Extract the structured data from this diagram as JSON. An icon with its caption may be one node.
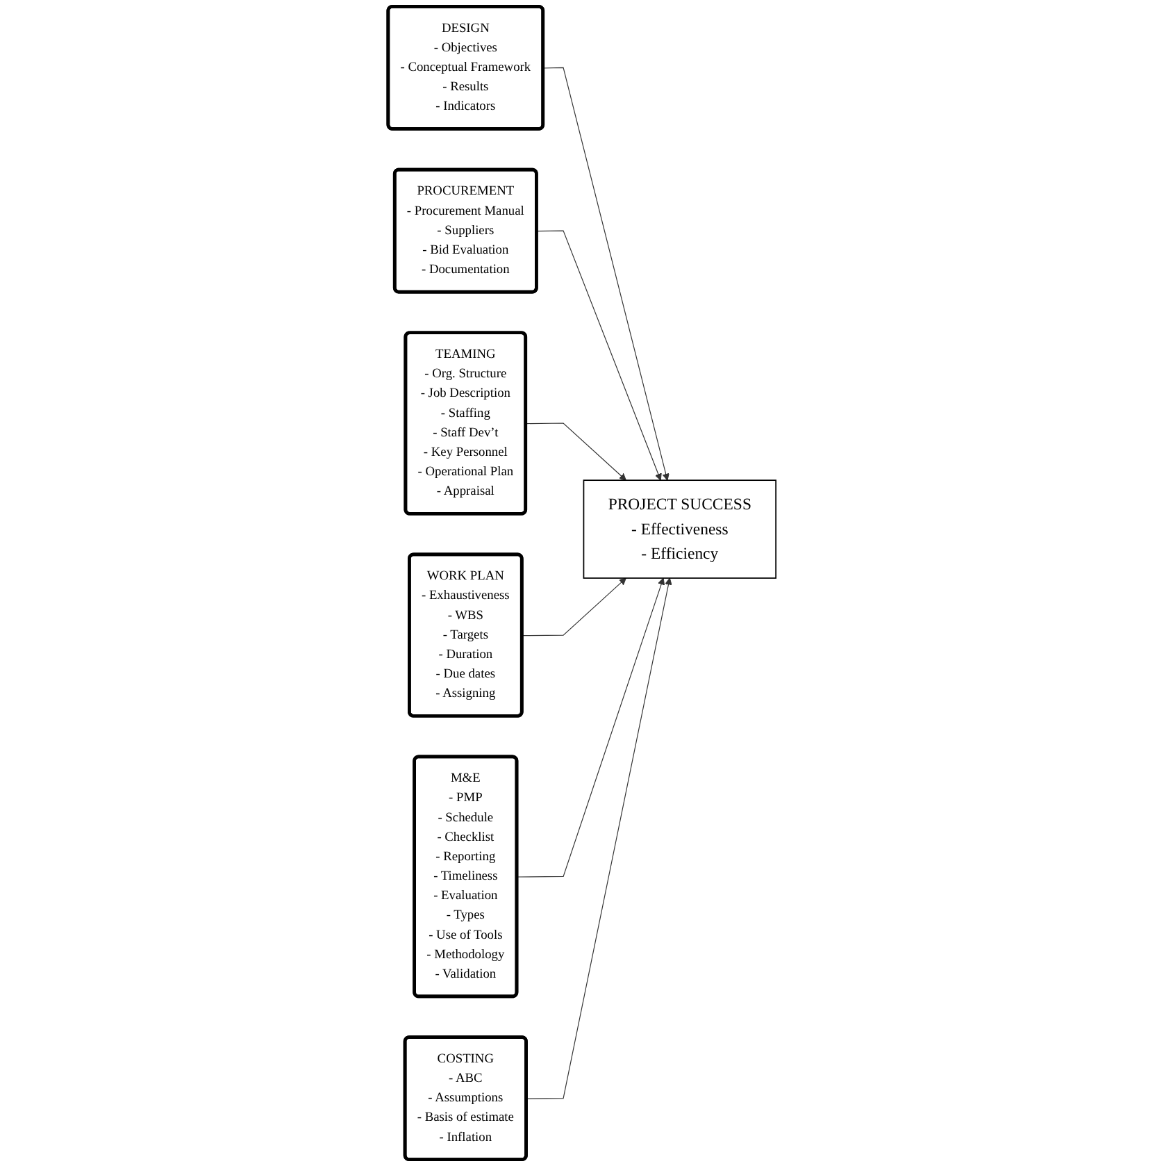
{
  "diagram": {
    "nodes": [
      {
        "text": [
          "DESIGN",
          "- Objectives",
          "- Conceptual Framework",
          "- Results",
          "- Indicators"
        ]
      },
      {
        "text": [
          "PROCUREMENT",
          "- Procurement Manual",
          "- Suppliers",
          "- Bid Evaluation",
          "- Documentation"
        ]
      },
      {
        "text": [
          "TEAMING",
          "- Org. Structure",
          "- Job Description",
          "- Staffing",
          "- Staff Dev’t",
          "- Key Personnel",
          "- Operational Plan",
          "- Appraisal"
        ]
      },
      {
        "text": [
          "WORK PLAN",
          "- Exhaustiveness",
          "- WBS",
          "- Targets",
          "- Duration",
          "- Due dates",
          "- Assigning"
        ]
      },
      {
        "text": [
          "PROJECT SUCCESS",
          "- Effectiveness",
          "- Efficiency"
        ]
      },
      {
        "text": [
          "M&E",
          "- PMP",
          "- Schedule",
          "- Checklist",
          "- Reporting",
          "- Timeliness",
          "- Evaluation",
          "- Types",
          "- Use of Tools",
          "- Methodology",
          "- Validation"
        ]
      },
      {
        "text": [
          "COSTING",
          "- ABC",
          "- Assumptions",
          "- Basis of estimate",
          "- Inflation"
        ]
      }
    ],
    "edges": [
      {
        "from": 0,
        "to": 4,
        "arrow": "to"
      },
      {
        "from": 1,
        "to": 4,
        "arrow": "to"
      },
      {
        "from": 2,
        "to": 4,
        "arrow": "to"
      },
      {
        "from": 3,
        "to": 4,
        "arrow": "to"
      },
      {
        "from": 5,
        "to": 4,
        "arrow": "to"
      },
      {
        "from": 6,
        "to": 4,
        "arrow": "to"
      }
    ]
  }
}
